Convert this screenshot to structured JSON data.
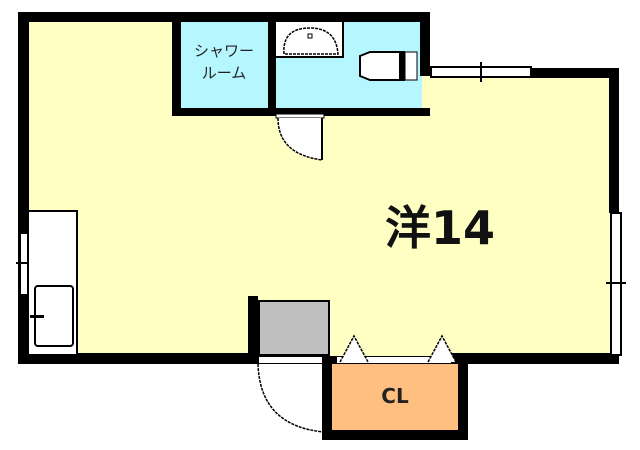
{
  "floorplan": {
    "main_room": {
      "label": "洋14",
      "type": "Western-style room",
      "size_jo": 14
    },
    "shower_room": {
      "label_line1": "シャワー",
      "label_line2": "ルーム"
    },
    "closet": {
      "label": "CL"
    },
    "colors": {
      "room_floor": "#ffffc4",
      "wet_area": "#b6f6ff",
      "closet": "#ffbf80",
      "entry": "#c0c0c0",
      "wall": "#000000"
    }
  }
}
